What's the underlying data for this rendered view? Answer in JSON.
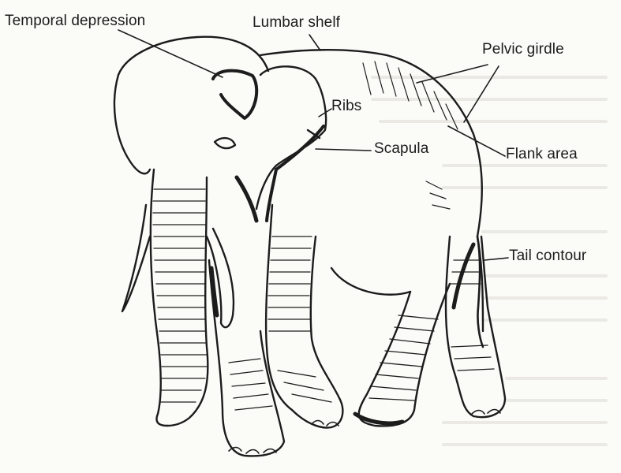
{
  "diagram": {
    "labels": {
      "temporal_depression": "Temporal depression",
      "lumbar_shelf": "Lumbar shelf",
      "pelvic_girdle": "Pelvic girdle",
      "ribs": "Ribs",
      "scapula": "Scapula",
      "flank_area": "Flank area",
      "tail_contour": "Tail contour"
    },
    "colors": {
      "ink": "#1c1c1c",
      "paper": "#fbfbf8",
      "show_through": "#ebe9e3"
    }
  }
}
